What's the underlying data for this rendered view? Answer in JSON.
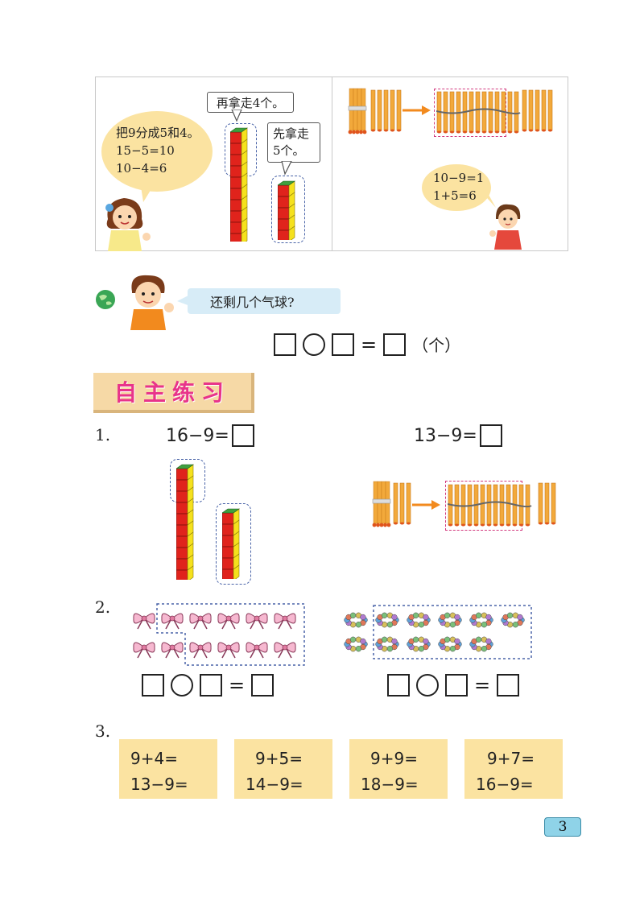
{
  "top_panel": {
    "left": {
      "girl_bubble_lines": [
        "把9分成5和4。",
        "15−5=10",
        "10−4=6"
      ],
      "box_top": "再拿走4个。",
      "box_right_lines": [
        "先拿走",
        "5个。"
      ]
    },
    "right": {
      "boy_bubble_lines": [
        "10−9=1",
        "1+5=6"
      ]
    }
  },
  "balloon_question": {
    "question": "还剩几个气球?",
    "operator_symbol": "=",
    "unit": "（个）"
  },
  "section_title": "自主练习",
  "exercise1": {
    "number": "1.",
    "left_equation": "16−9=",
    "right_equation": "13−9="
  },
  "exercise2": {
    "number": "2.",
    "equals": "="
  },
  "exercise3": {
    "number": "3.",
    "cards": [
      {
        "line1": "9+4=",
        "line2": "13−9="
      },
      {
        "line1": "9+5=",
        "line2": "14−9="
      },
      {
        "line1": "9+9=",
        "line2": "18−9="
      },
      {
        "line1": "9+7=",
        "line2": "16−9="
      }
    ]
  },
  "page_number": "3",
  "colors": {
    "bubble_yellow": "#fbe3a1",
    "question_blue": "#d7ecf7",
    "title_pink": "#e8348a",
    "cube_red": "#e0231c",
    "cube_yellow": "#f5e11d",
    "stick_orange": "#f2a93b",
    "dotted_blue": "#4a64a8",
    "dotted_pink": "#d2397e",
    "page_badge": "#8fd3e8"
  }
}
